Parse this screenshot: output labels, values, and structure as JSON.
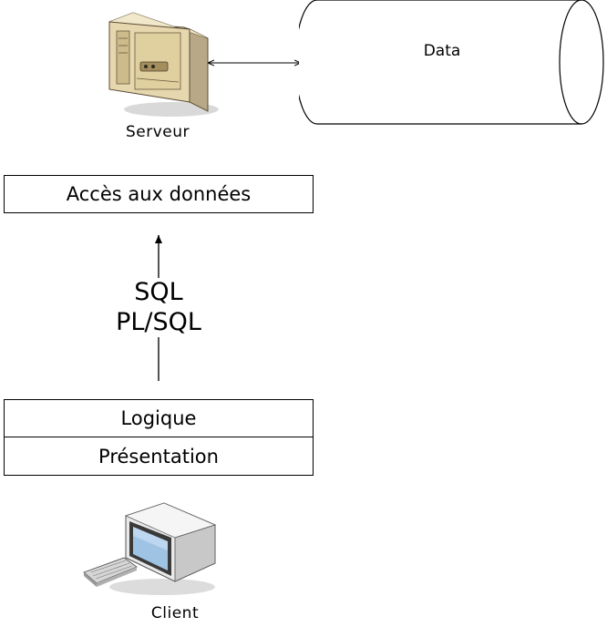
{
  "server": {
    "label": "Serveur",
    "icon": "server-tower-icon"
  },
  "database": {
    "label": "Data",
    "icon": "database-cylinder"
  },
  "data_access": {
    "label": "Accès aux données"
  },
  "protocol": {
    "line1": "SQL",
    "line2": "PL/SQL"
  },
  "client_stack": {
    "logic_label": "Logique",
    "presentation_label": "Présentation"
  },
  "client": {
    "label": "Client",
    "icon": "desktop-computer-icon"
  }
}
